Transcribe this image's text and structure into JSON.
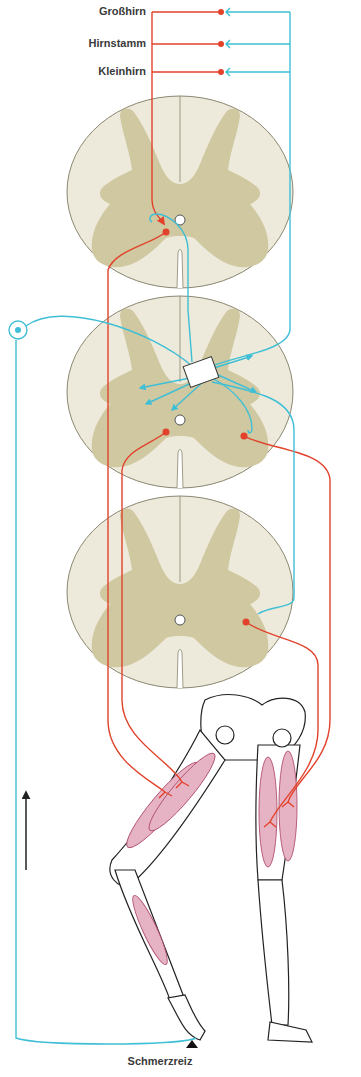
{
  "diagram": {
    "labels": [
      "Großhirn",
      "Hirnstamm",
      "Kleinhirn",
      "Schmerzreiz"
    ]
  }
}
